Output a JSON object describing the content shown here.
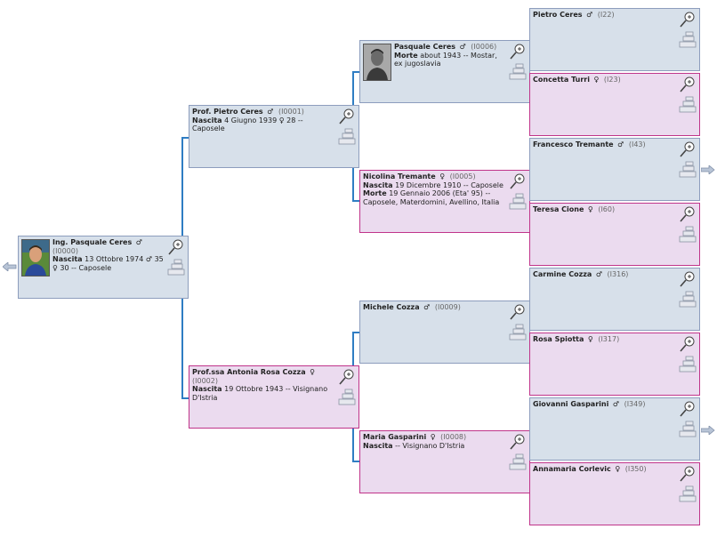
{
  "people": {
    "root": {
      "name": "Ing. Pasquale Ceres",
      "sex": "♂",
      "id": "(I0000)",
      "ev1_label": "Nascita",
      "ev1_text": "13 Ottobre 1974 ♂ 35 ♀ 30 -- Caposele",
      "photo": "portrait-young-man"
    },
    "p1": {
      "name": "Prof. Pietro Ceres",
      "sex": "♂",
      "id": "(I0001)",
      "ev1_label": "Nascita",
      "ev1_text": "4 Giugno 1939 ♀ 28 -- Caposele"
    },
    "m1": {
      "name": "Prof.ssa Antonia Rosa Cozza",
      "sex": "♀",
      "id": "(I0002)",
      "ev1_label": "Nascita",
      "ev1_text": "19 Ottobre 1943 -- Visignano D'Istria"
    },
    "pp": {
      "name": "Pasquale Ceres",
      "sex": "♂",
      "id": "(I0006)",
      "ev1_label": "Morte",
      "ev1_text": "about 1943 -- Mostar, ex jugoslavia",
      "photo": "portrait-old-man"
    },
    "pm": {
      "name": "Nicolina Tremante",
      "sex": "♀",
      "id": "(I0005)",
      "ev1_label": "Nascita",
      "ev1_text": "19 Dicembre 1910 -- Caposele",
      "ev2_label": "Morte",
      "ev2_text": "19 Gennaio 2006 (Eta' 95) -- Caposele, Materdomini, Avellino, Italia"
    },
    "mp": {
      "name": "Michele Cozza",
      "sex": "♂",
      "id": "(I0009)"
    },
    "mm": {
      "name": "Maria Gasparini",
      "sex": "♀",
      "id": "(I0008)",
      "ev1_label": "Nascita",
      "ev1_text": "-- Visignano D'Istria"
    },
    "g1": {
      "name": "Pietro Ceres",
      "sex": "♂",
      "id": "(I22)"
    },
    "g2": {
      "name": "Concetta Turri",
      "sex": "♀",
      "id": "(I23)"
    },
    "g3": {
      "name": "Francesco Tremante",
      "sex": "♂",
      "id": "(I43)"
    },
    "g4": {
      "name": "Teresa Cione",
      "sex": "♀",
      "id": "(I60)"
    },
    "g5": {
      "name": "Carmine Cozza",
      "sex": "♂",
      "id": "(I316)"
    },
    "g6": {
      "name": "Rosa Spiotta",
      "sex": "♀",
      "id": "(I317)"
    },
    "g7": {
      "name": "Giovanni Gasparini",
      "sex": "♂",
      "id": "(I349)"
    },
    "g8": {
      "name": "Annamaria Corlevic",
      "sex": "♀",
      "id": "(I350)"
    }
  },
  "icons": {
    "top": "magnifier-icon",
    "bottom": "family-tree-icon",
    "nav_back": "arrow-left-icon",
    "nav_forward": "arrow-right-icon"
  },
  "colors": {
    "male_bg": "#d7e0ea",
    "male_border": "#8d9dbd",
    "female_bg": "#ebdbef",
    "female_border": "#c0348a",
    "connector": "#2f7dc3"
  }
}
